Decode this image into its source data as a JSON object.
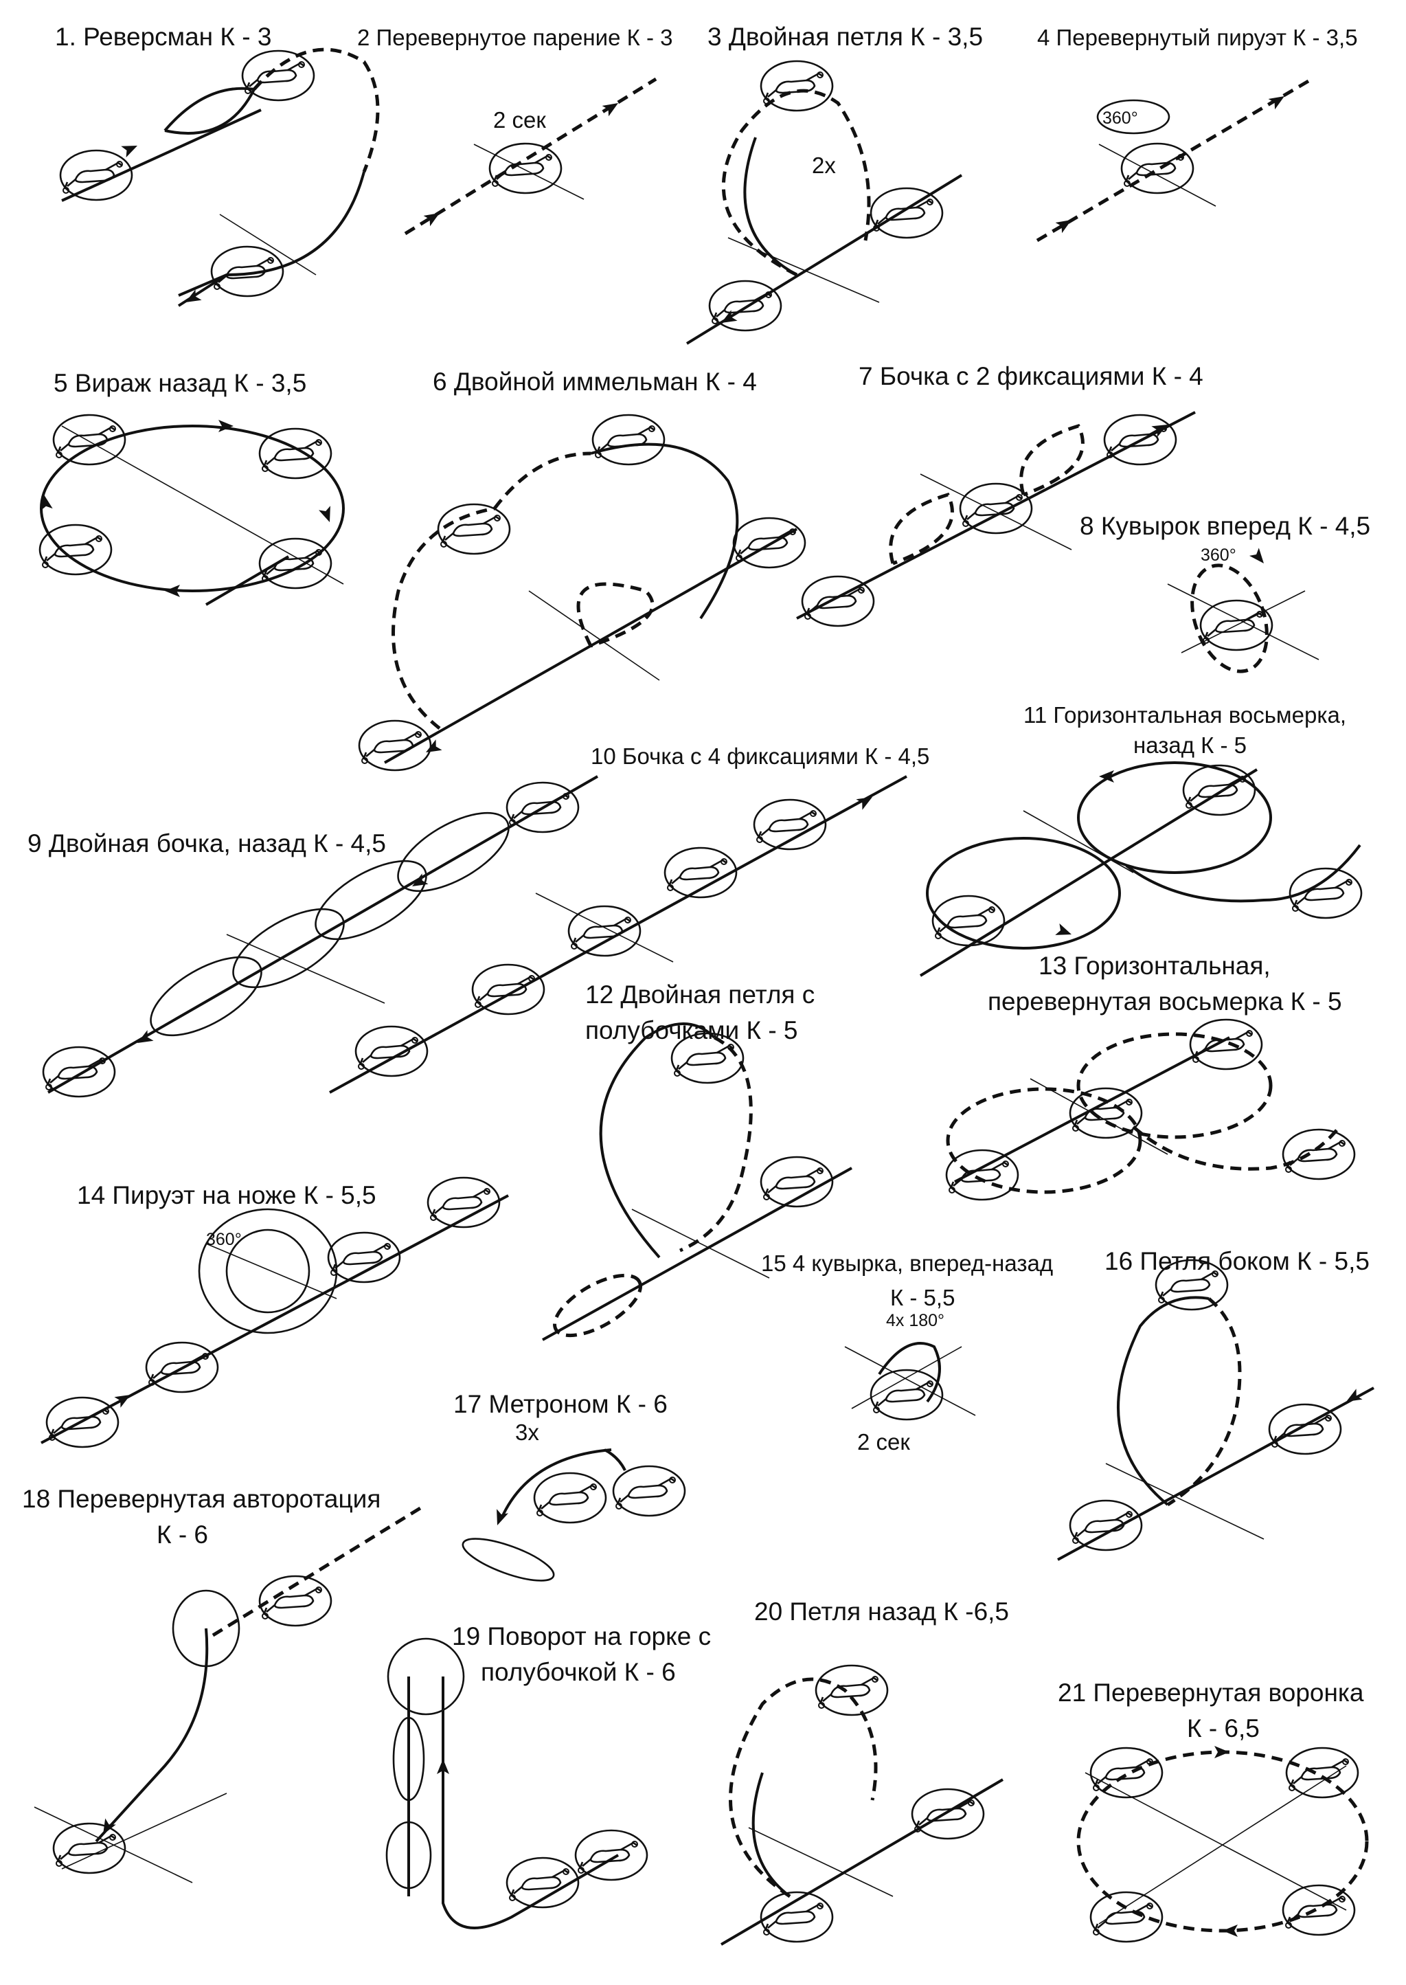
{
  "figures": [
    {
      "id": 1,
      "title": "1.  Реверсман  К - 3"
    },
    {
      "id": 2,
      "title": "2  Перевернутое парение  К - 3",
      "note": "2 сек"
    },
    {
      "id": 3,
      "title": "3  Двойная петля  К - 3,5",
      "note": "2х"
    },
    {
      "id": 4,
      "title": "4  Перевернутый пируэт  К - 3,5",
      "note": "360°"
    },
    {
      "id": 5,
      "title": "5  Вираж назад  К - 3,5"
    },
    {
      "id": 6,
      "title": "6  Двойной иммельман  К - 4"
    },
    {
      "id": 7,
      "title": "7  Бочка с 2 фиксациями  К - 4"
    },
    {
      "id": 8,
      "title": "8  Кувырок вперед  К - 4,5",
      "note": "360°"
    },
    {
      "id": 9,
      "title": "9  Двойная бочка, назад  К - 4,5"
    },
    {
      "id": 10,
      "title": "10  Бочка с 4 фиксациями  К - 4,5"
    },
    {
      "id": 11,
      "title_lines": [
        "11  Горизонтальная восьмерка,",
        "назад  К - 5"
      ]
    },
    {
      "id": 12,
      "title_lines": [
        "12  Двойная петля с",
        "полубочками  К - 5"
      ]
    },
    {
      "id": 13,
      "title_lines": [
        "13  Горизонтальная,",
        "перевернутая восьмерка  К - 5"
      ]
    },
    {
      "id": 14,
      "title": "14  Пируэт на ноже  К - 5,5",
      "note": "360°"
    },
    {
      "id": 15,
      "title_lines": [
        "15  4 кувырка, вперед-назад",
        "К - 5,5"
      ],
      "notes": [
        "4х  180°",
        "2 сек"
      ]
    },
    {
      "id": 16,
      "title": "16  Петля боком  К - 5,5"
    },
    {
      "id": 17,
      "title": "17  Метроном  К - 6",
      "note": "3х"
    },
    {
      "id": 18,
      "title_lines": [
        "18  Перевернутая авторотация",
        "К - 6"
      ]
    },
    {
      "id": 19,
      "title_lines": [
        "19  Поворот на горке с",
        "полубочкой  К - 6"
      ]
    },
    {
      "id": 20,
      "title": "20  Петля назад  К -6,5"
    },
    {
      "id": 21,
      "title_lines": [
        "21  Перевернутая воронка",
        "К - 6,5"
      ]
    }
  ]
}
